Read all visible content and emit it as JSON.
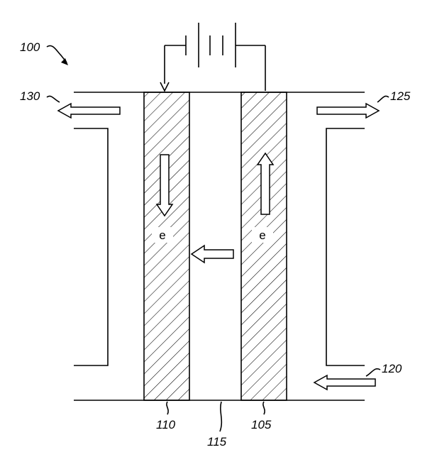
{
  "labels": {
    "device": "100",
    "outlet_left": "130",
    "outlet_right": "125",
    "inlet": "120",
    "electrode_left": "110",
    "separator": "115",
    "electrode_right": "105"
  },
  "electron_label": "e"
}
